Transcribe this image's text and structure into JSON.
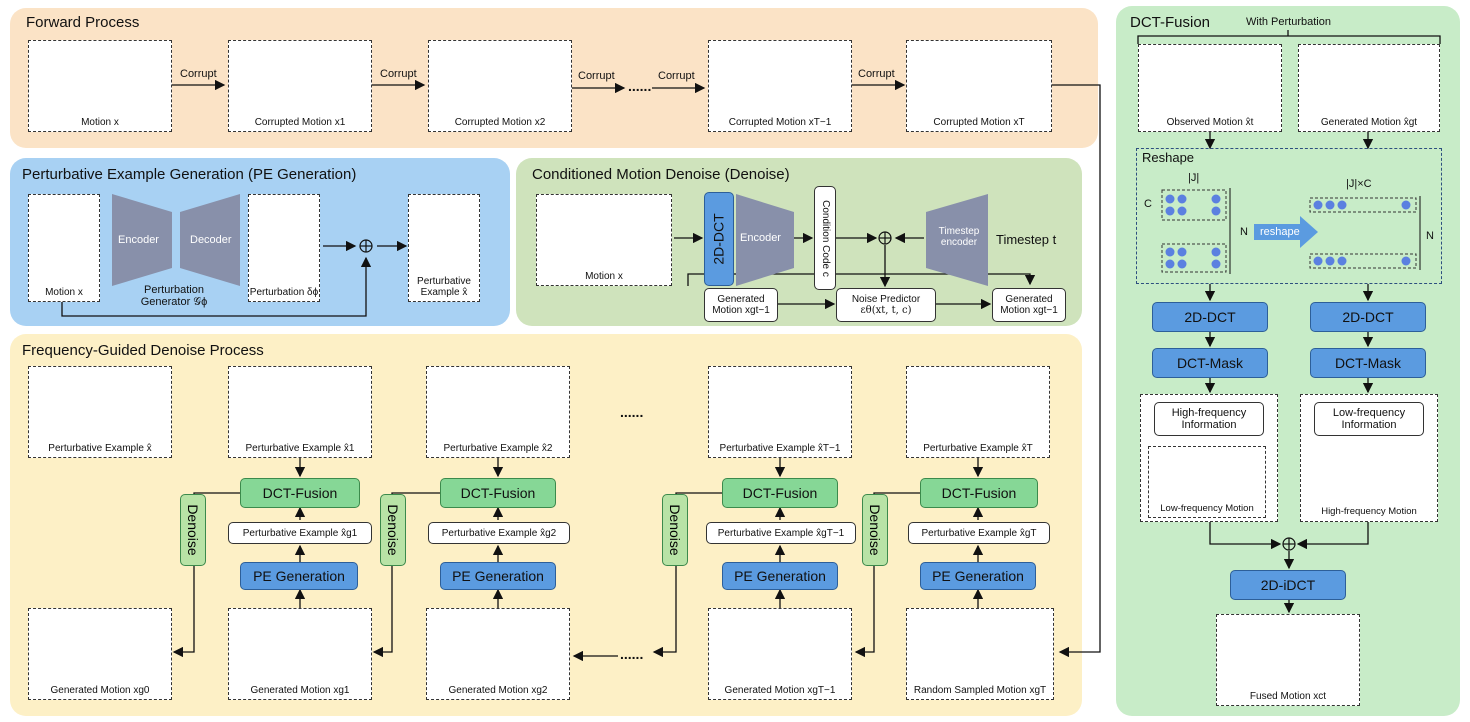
{
  "forward": {
    "title": "Forward Process",
    "corrupt": "Corrupt",
    "boxes": [
      "Motion x",
      "Corrupted Motion x1",
      "Corrupted Motion x2",
      "Corrupted Motion xT−1",
      "Corrupted Motion xT"
    ]
  },
  "pe": {
    "title": "Perturbative Example Generation (PE Generation)",
    "motion": "Motion x",
    "encoder": "Encoder",
    "decoder": "Decoder",
    "generator": "Perturbation Generator 𝒢ϕ",
    "perturbation": "Perturbation δϕ",
    "example": "Perturbative Example x̂"
  },
  "cmd": {
    "title": "Conditioned Motion Denoise (Denoise)",
    "motion": "Motion x",
    "dct": "2D-DCT",
    "encoder": "Encoder",
    "condition": "Condition Code c",
    "timestep_encoder": "Timestep encoder",
    "timestep": "Timestep t",
    "generated_in": "Generated Motion xgt−1",
    "noise_predictor": "Noise Predictor",
    "noise_formula": "εθ(xt, t, c)",
    "generated_out": "Generated Motion xgt−1"
  },
  "fgd": {
    "title": "Frequency-Guided Denoise Process",
    "top": [
      "Perturbative Example x̂",
      "Perturbative Example x̂1",
      "Perturbative Example x̂2",
      "Perturbative Example x̂T−1",
      "Perturbative Example x̂T"
    ],
    "bottom": [
      "Generated Motion xg0",
      "Generated Motion xg1",
      "Generated Motion xg2",
      "Generated Motion xgT−1",
      "Random Sampled Motion xgT"
    ],
    "fusion": "DCT-Fusion",
    "pe_gen": "PE Generation",
    "denoise": "Denoise",
    "pert": [
      "Perturbative Example x̂g1",
      "Perturbative Example x̂g2",
      "Perturbative Example x̂gT−1",
      "Perturbative Example x̂gT"
    ],
    "ellipsis": "......"
  },
  "dctf": {
    "title": "DCT-Fusion",
    "with_pert": "With Perturbation",
    "observed": "Observed Motion x̂t",
    "generated": "Generated Motion x̂gt",
    "reshape_title": "Reshape",
    "j": "|J|",
    "jc": "|J|×C",
    "c": "C",
    "n": "N",
    "reshape_arrow": "reshape",
    "dct_left": "2D-DCT",
    "dct_right": "2D-DCT",
    "mask_left": "DCT-Mask",
    "mask_right": "DCT-Mask",
    "high_info": "High-frequency Information",
    "low_info": "Low-frequency Information",
    "low_motion": "Low-frequency Motion",
    "high_motion": "High-frequency Motion",
    "idct": "2D-iDCT",
    "fused": "Fused Motion xct"
  },
  "colors": {
    "forward": "#fbe3c6",
    "pe": "#a8d1f3",
    "cmd": "#cfe3bc",
    "fgd": "#fdf0c6",
    "dctf": "#c8ecc8",
    "pill_green": "#86d796",
    "pill_blue": "#5b9be0",
    "trap": "#8890aa"
  }
}
